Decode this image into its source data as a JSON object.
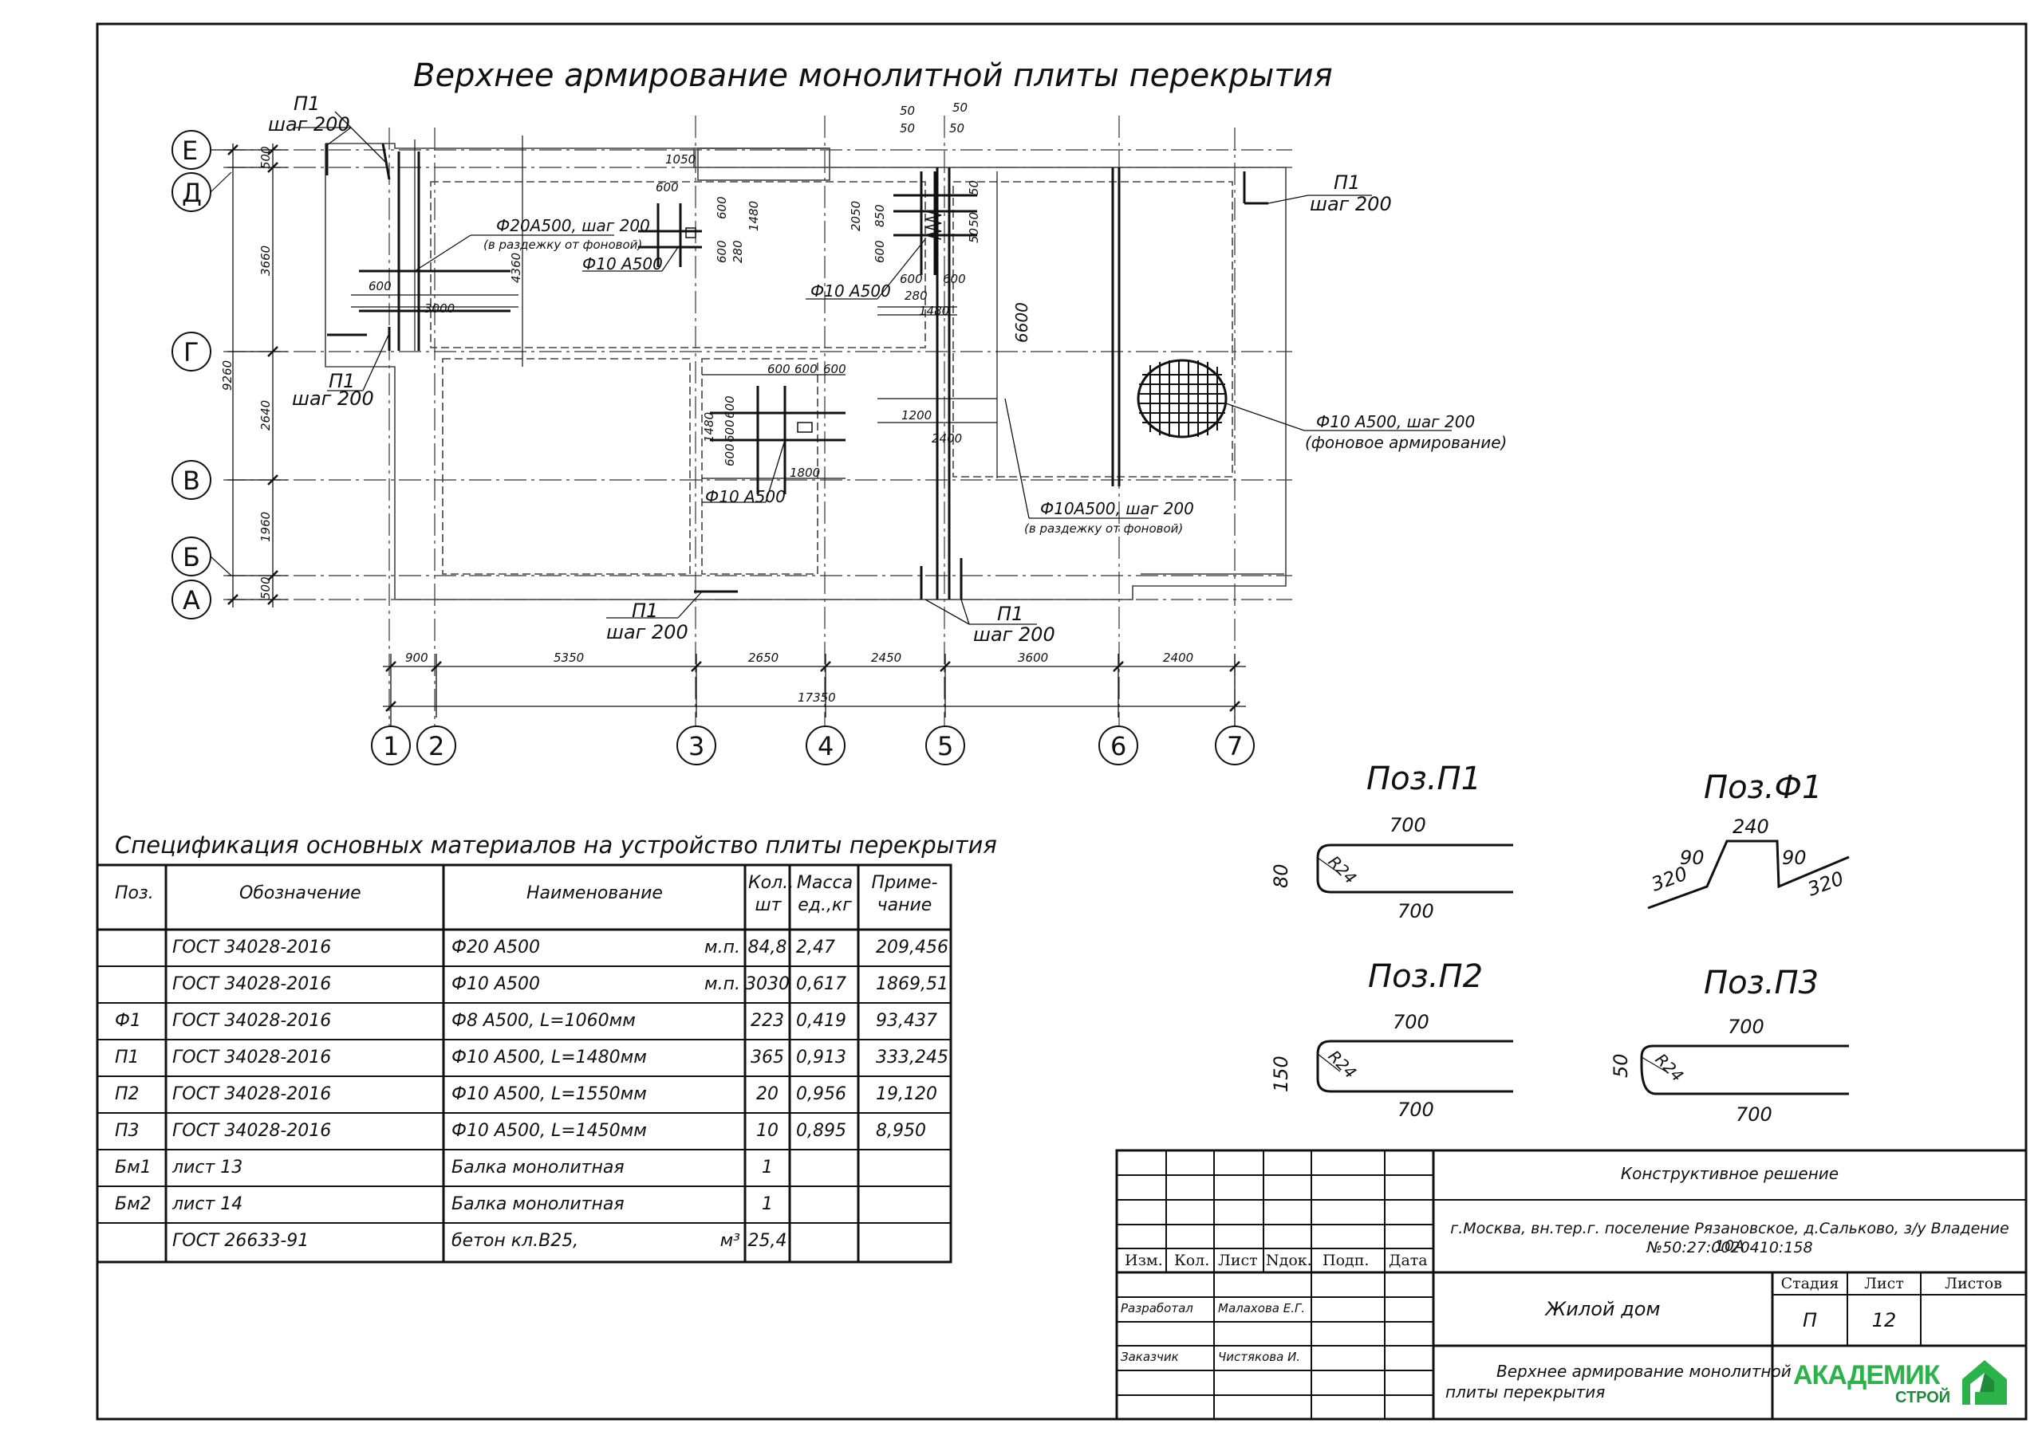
{
  "drawing": {
    "title": "Верхнее армирование монолитной плиты перекрытия",
    "axes_rows": [
      "Е",
      "Д",
      "Г",
      "В",
      "Б",
      "А"
    ],
    "axes_cols": [
      "1",
      "2",
      "3",
      "4",
      "5",
      "6",
      "7"
    ],
    "col_dims": [
      "900",
      "5350",
      "2650",
      "2450",
      "3600",
      "2400"
    ],
    "col_total": "17350",
    "row_dims": [
      "500",
      "3660",
      "2640",
      "1960",
      "500"
    ],
    "row_total": "9260",
    "callouts": {
      "p1_label": "П1",
      "p1_step": "шаг 200",
      "f20_label": "Ф20А500, шаг 200",
      "f20_note": "(в раздежку от фоновой)",
      "f10_label": "Ф10 А500",
      "f10_bg_label": "Ф10 А500, шаг 200",
      "f10_bg_note": "(фоновое армирование)",
      "f10_step_label": "Ф10А500, шаг 200",
      "f10_step_note": "(в раздежку от фоновой)"
    },
    "dims_inner": [
      "600",
      "3000",
      "4360",
      "1050",
      "600",
      "600",
      "1480",
      "600",
      "280",
      "50",
      "50",
      "50",
      "50",
      "2050",
      "850",
      "600",
      "600",
      "280",
      "600",
      "1480",
      "6600",
      "600",
      "600",
      "600",
      "1480",
      "600",
      "600",
      "600",
      "1200",
      "2400",
      "1800",
      "50",
      "50",
      "50"
    ]
  },
  "positions": {
    "p1": {
      "title": "Поз.П1",
      "top": "700",
      "bottom": "700",
      "height": "80",
      "radius": "R24"
    },
    "p2": {
      "title": "Поз.П2",
      "top": "700",
      "bottom": "700",
      "height": "150",
      "radius": "R24"
    },
    "p3": {
      "title": "Поз.П3",
      "top": "700",
      "bottom": "700",
      "height": "50",
      "radius": "R24"
    },
    "f1": {
      "title": "Поз.Ф1",
      "top": "240",
      "left_slope": "320",
      "left_rise": "90",
      "right_rise": "90",
      "right_slope": "320"
    }
  },
  "spec": {
    "title": "Спецификация основных материалов на устройство плиты перекрытия",
    "headers": [
      "Поз.",
      "Обозначение",
      "Наименование",
      "Кол., шт",
      "Масса ед.,кг",
      "Приме- чание"
    ],
    "rows": [
      {
        "pos": "",
        "designation": "ГОСТ 34028-2016",
        "name": "Ф20 А500",
        "unit": "м.п.",
        "qty": "84,8",
        "mass": "2,47",
        "note": "209,456"
      },
      {
        "pos": "",
        "designation": "ГОСТ 34028-2016",
        "name": "Ф10 А500",
        "unit": "м.п.",
        "qty": "3030",
        "mass": "0,617",
        "note": "1869,51"
      },
      {
        "pos": "Ф1",
        "designation": "ГОСТ 34028-2016",
        "name": "Ф8 А500, L=1060мм",
        "unit": "",
        "qty": "223",
        "mass": "0,419",
        "note": "93,437"
      },
      {
        "pos": "П1",
        "designation": "ГОСТ 34028-2016",
        "name": "Ф10 А500, L=1480мм",
        "unit": "",
        "qty": "365",
        "mass": "0,913",
        "note": "333,245"
      },
      {
        "pos": "П2",
        "designation": "ГОСТ 34028-2016",
        "name": "Ф10 А500, L=1550мм",
        "unit": "",
        "qty": "20",
        "mass": "0,956",
        "note": "19,120"
      },
      {
        "pos": "П3",
        "designation": "ГОСТ 34028-2016",
        "name": "Ф10 А500, L=1450мм",
        "unit": "",
        "qty": "10",
        "mass": "0,895",
        "note": "8,950"
      },
      {
        "pos": "Бм1",
        "designation": "лист 13",
        "name": "Балка монолитная",
        "unit": "",
        "qty": "1",
        "mass": "",
        "note": ""
      },
      {
        "pos": "Бм2",
        "designation": "лист 14",
        "name": "Балка монолитная",
        "unit": "",
        "qty": "1",
        "mass": "",
        "note": ""
      },
      {
        "pos": "",
        "designation": "ГОСТ 26633-91",
        "name": "бетон кл.В25,",
        "unit": "м³",
        "qty": "25,4",
        "mass": "",
        "note": ""
      }
    ]
  },
  "stamp": {
    "headers": [
      "Изм.",
      "Кол.",
      "Лист",
      "Nдок.",
      "Подп.",
      "Дата"
    ],
    "project_type": "Конструктивное решение",
    "address_line1": "г.Москва, вн.тер.г. поселение Рязановское, д.Сальково, з/у Владение 10А",
    "address_line2": "№50:27:0020410:158",
    "building": "Жилой дом",
    "sheet_title_line1": "Верхнее армирование монолитной",
    "sheet_title_line2": "плиты перекрытия",
    "stage_label": "Стадия",
    "sheet_label": "Лист",
    "sheets_label": "Листов",
    "stage_value": "П",
    "sheet_value": "12",
    "sheets_value": "",
    "developed_label": "Разработал",
    "developed_name": "Малахова Е.Г.",
    "customer_label": "Заказчик",
    "customer_name": "Чистякова И.",
    "logo_text_main": "АКАДЕМИК",
    "logo_text_sub": "СТРОЙ",
    "logo_color": "#2bb34a",
    "logo_color_dark": "#1e8a3a"
  }
}
